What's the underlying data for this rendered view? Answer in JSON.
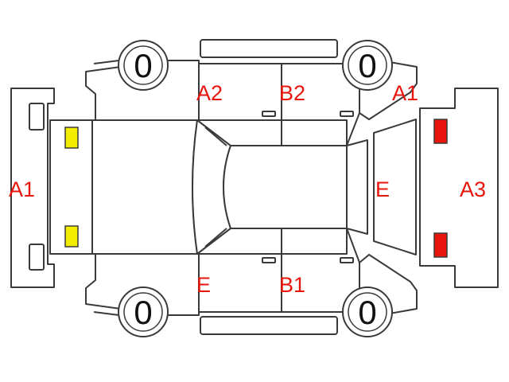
{
  "colors": {
    "outline": "#3a3a3a",
    "code_text": "#e8150c",
    "tire_text": "#111111",
    "front_lamp_fill": "#f3ee00",
    "rear_lamp_fill": "#e8150c"
  },
  "tires": {
    "top_left": "0",
    "top_right": "0",
    "bottom_left": "0",
    "bottom_right": "0"
  },
  "codes": {
    "front_bumper": "A1",
    "top_front_door": "A2",
    "top_rear_door": "B2",
    "top_rear_fender": "A1",
    "rear_window": "E",
    "rear_bumper": "A3",
    "bottom_front_door": "E",
    "bottom_rear_door": "B1"
  }
}
